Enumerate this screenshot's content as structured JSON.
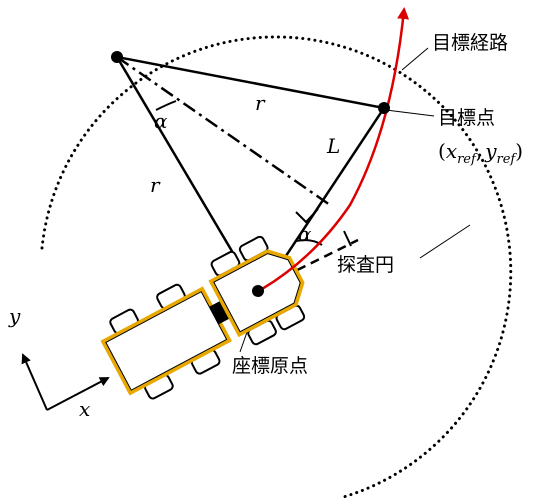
{
  "labels": {
    "target_path": "目標経路",
    "target_point": "目標点",
    "target_coord_open": "(",
    "target_coord_x": "x",
    "target_coord_ref1": "ref",
    "target_coord_comma": ",",
    "target_coord_y": "y",
    "target_coord_ref2": "ref",
    "target_coord_close": ")",
    "search_circle": "探査円",
    "coordinate_origin": "座標原点",
    "radius_r_top": "r",
    "radius_r_left": "r",
    "lookahead_L": "L",
    "alpha_top": "α",
    "alpha_bottom": "α",
    "axis_x": "x",
    "axis_y": "y"
  },
  "colors": {
    "path": "#dd0000",
    "vehicle_body": "#e8a800",
    "line": "#000000"
  }
}
